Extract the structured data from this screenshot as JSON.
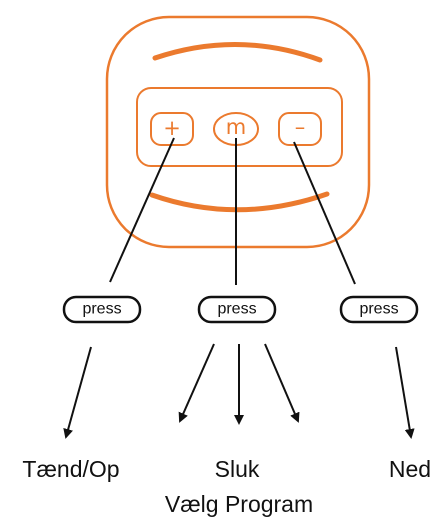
{
  "colors": {
    "device": "#EB7A2E",
    "line": "#111111",
    "text": "#111111"
  },
  "device": {
    "buttons": {
      "plus": {
        "symbol": "+",
        "icon": "plus-icon"
      },
      "mode": {
        "symbol": "m",
        "icon": "m-icon"
      },
      "minus": {
        "symbol": "–",
        "icon": "minus-icon"
      }
    }
  },
  "press_labels": {
    "left": "press",
    "center": "press",
    "right": "press"
  },
  "actions": {
    "left": "Tænd/Op",
    "center_line1": "Sluk",
    "center_line2": "Vælg Program",
    "right": "Ned"
  }
}
